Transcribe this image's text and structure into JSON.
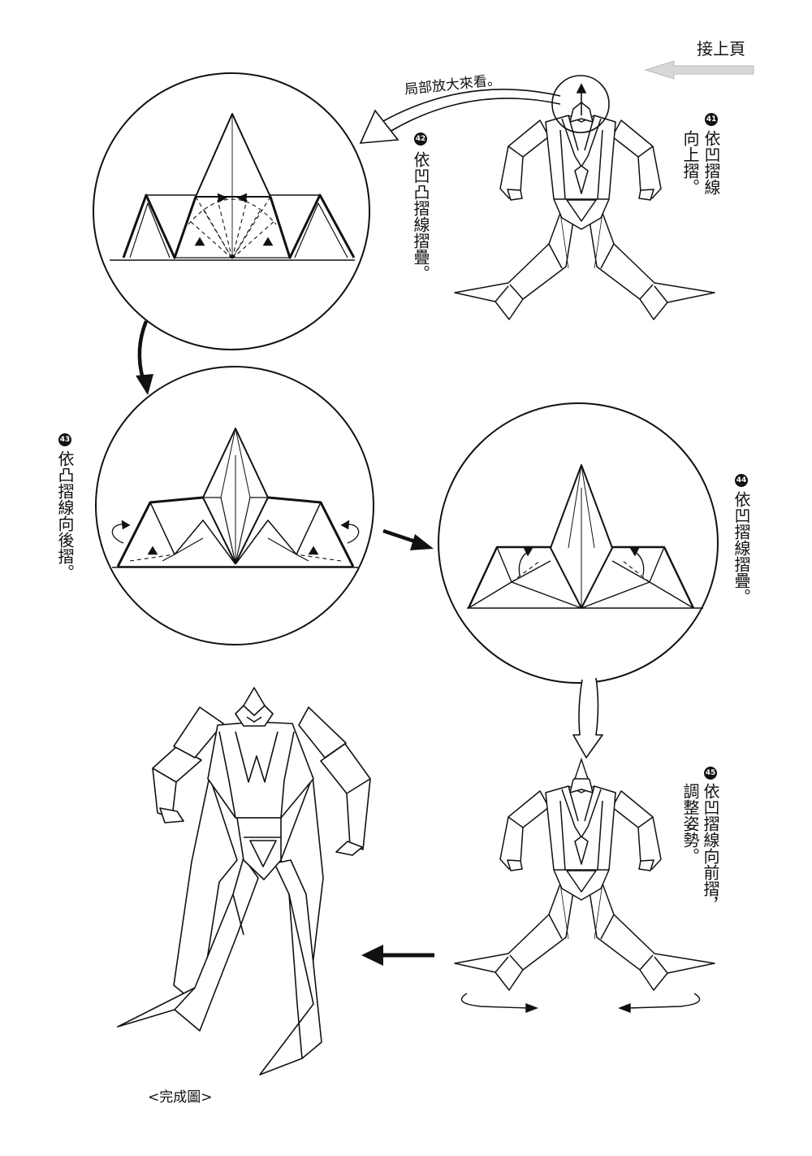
{
  "nav": {
    "continued_label": "接上頁"
  },
  "callout": {
    "zoom_label": "局部放大來看。"
  },
  "steps": [
    {
      "number": "41",
      "lines": [
        "依凹摺線",
        "向上摺。"
      ]
    },
    {
      "number": "42",
      "lines": [
        "依凹凸摺線摺疊。"
      ]
    },
    {
      "number": "43",
      "lines": [
        "依凸摺線向後摺。"
      ]
    },
    {
      "number": "44",
      "lines": [
        "依凹摺線摺疊。"
      ]
    },
    {
      "number": "45",
      "lines": [
        "依凹摺線向前摺，",
        "調整姿勢。"
      ]
    }
  ],
  "caption": {
    "finished_label": "<完成圖>"
  },
  "colors": {
    "ink": "#111111",
    "continue_arrow": "#d8d8d8"
  },
  "icons": {
    "continue": "arrow-left-icon"
  }
}
